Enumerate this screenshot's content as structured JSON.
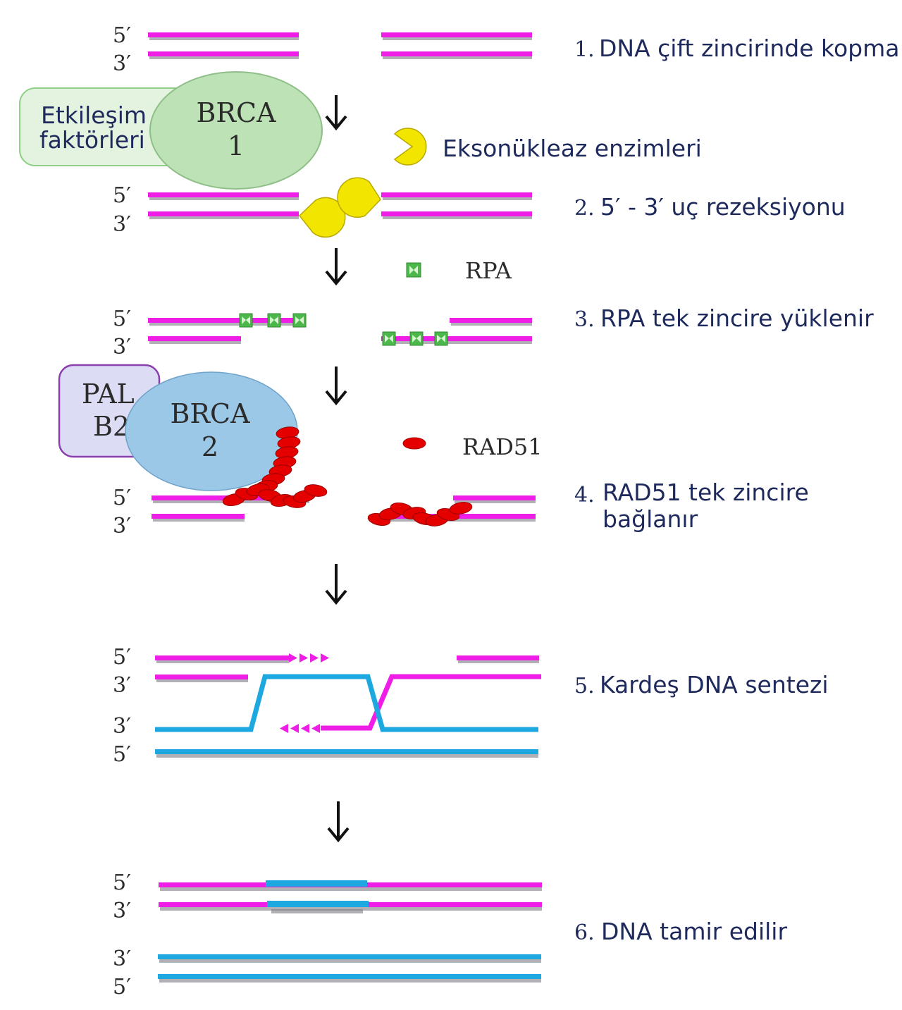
{
  "colors": {
    "magenta": "#ee1ee6",
    "cyan": "#1ea8e0",
    "shadow": "#9a9aa0",
    "arrow": "#111111",
    "brca1_fill": "#bde2b6",
    "brca2_fill": "#9cc8e8",
    "factor_fill": "#e3f3df",
    "pal_fill": "#dcdcf4",
    "pal_stroke": "#8a3fae",
    "exo": "#f2e600",
    "rpa": "#4cb84c",
    "rad51": "#e50000",
    "text": "#1f2a5c"
  },
  "ends": {
    "five": "5′",
    "three": "3′"
  },
  "steps": [
    {
      "num": "1.",
      "text": "DNA çift zincirinde kopma"
    },
    {
      "num": "2.",
      "text": "5′ - 3′ uç rezeksiyonu"
    },
    {
      "num": "3.",
      "text": "RPA tek zincire yüklenir"
    },
    {
      "num": "4.",
      "text": "RAD51 tek zincire",
      "text2": "bağlanır"
    },
    {
      "num": "5.",
      "text": "Kardeş DNA sentezi"
    },
    {
      "num": "6.",
      "text": "DNA tamir edilir"
    }
  ],
  "proteins": {
    "brca1_line1": "BRCA",
    "brca1_line2": "1",
    "factors_line1": "Etkileşim",
    "factors_line2": "faktörleri",
    "brca2_line1": "BRCA",
    "brca2_line2": "2",
    "pal_line1": "PAL",
    "pal_line2": "B2"
  },
  "legend": {
    "exonuclease": "Eksonükleaz enzimleri",
    "rpa": "RPA",
    "rad51": "RAD51"
  }
}
